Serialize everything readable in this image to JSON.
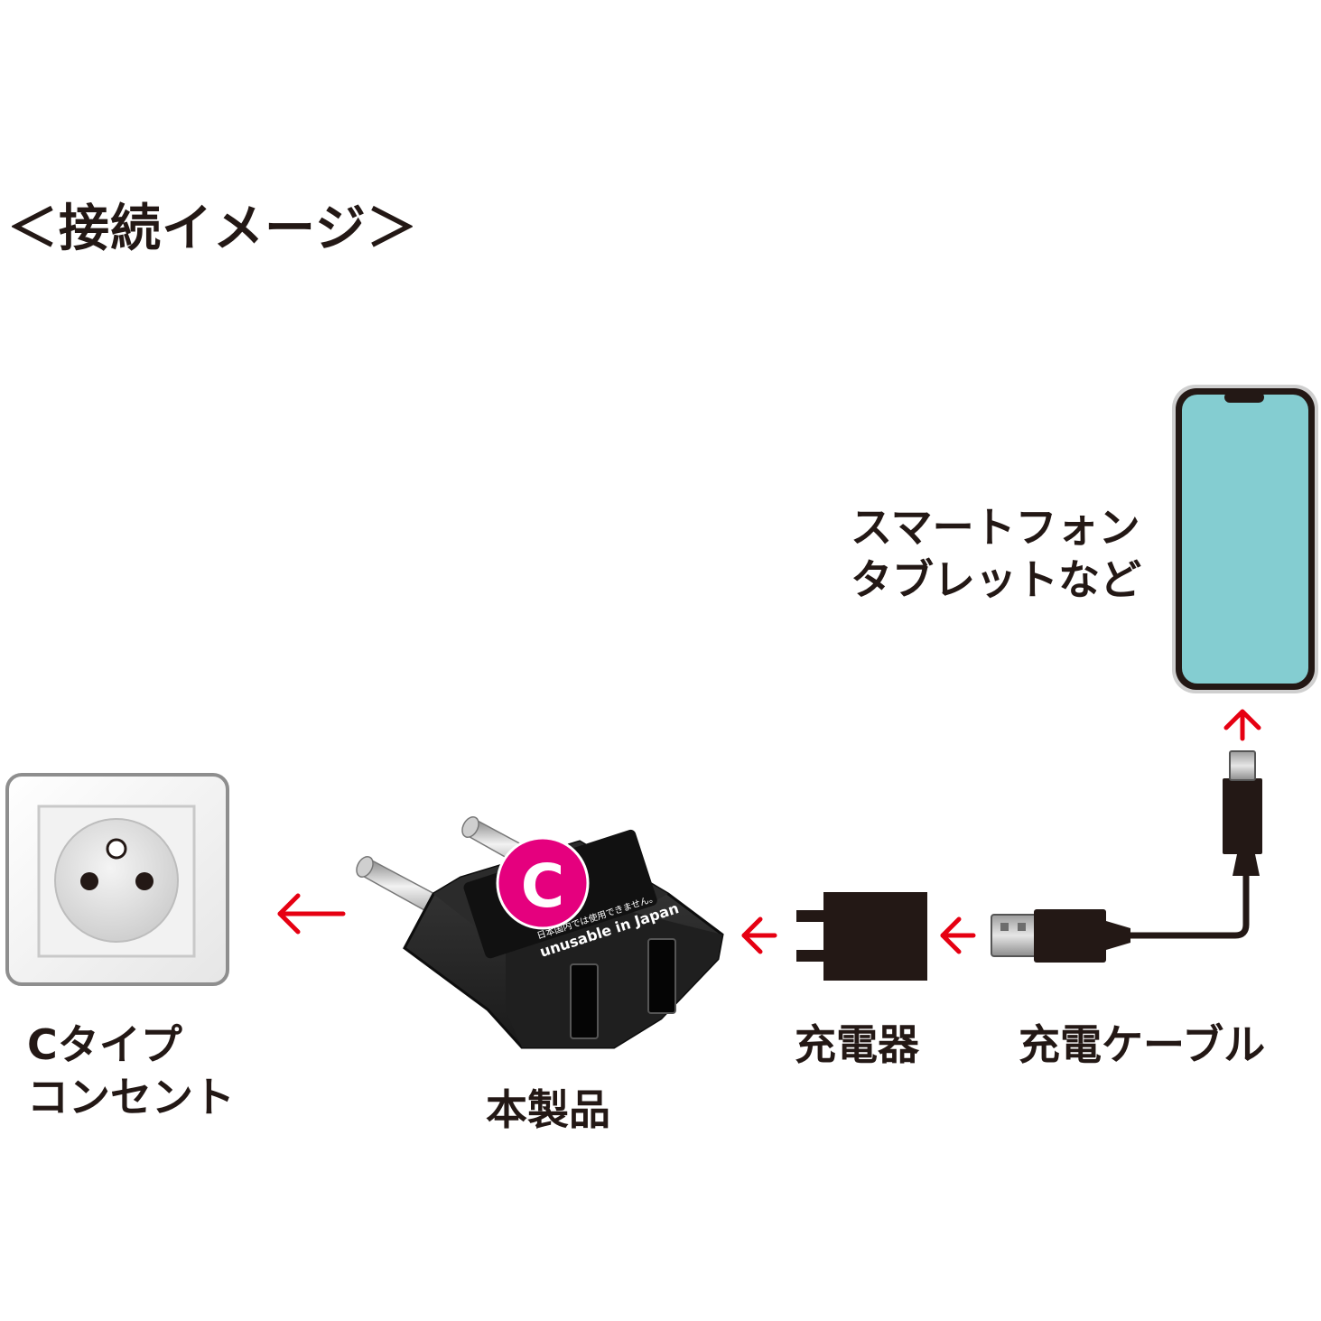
{
  "title": "＜接続イメージ＞",
  "labels": {
    "phone_line1": "スマートフォン",
    "phone_line2": "タブレットなど",
    "outlet_line1": "Cタイプ",
    "outlet_line2": "コンセント",
    "product": "本製品",
    "charger": "充電器",
    "cable": "充電ケーブル"
  },
  "adapter_sticker": {
    "letter": "C",
    "jp_notice": "日本国内では使用できません。",
    "en_notice": "unusable in Japan"
  },
  "colors": {
    "arrow": "#e60012",
    "phone_screen": "#84cdd1",
    "sticker": "#e5007e",
    "device": "#231815"
  },
  "icons": [
    "outlet-icon",
    "adapter-icon",
    "charger-icon",
    "usb-cable-icon",
    "smartphone-icon",
    "arrow-left-icon",
    "arrow-up-icon"
  ]
}
